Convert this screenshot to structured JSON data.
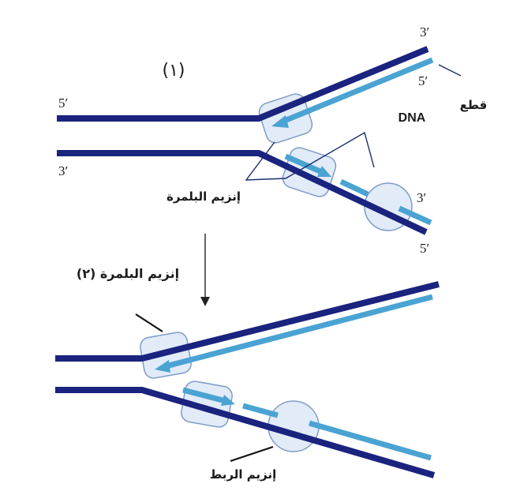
{
  "labels": {
    "step_one": "(١)",
    "step_two": "إنزيم البلمرة (٢)",
    "polymerase": "إنزيم البلمرة",
    "fragments_ar": "قطع",
    "fragments_en": "DNA",
    "ligase": "إنزيم الربط"
  },
  "ends": {
    "top_left": "5′",
    "top_right": "3′",
    "light_top": "5′",
    "bottom_left": "3′",
    "light_bottom": "3′",
    "bottom_right": "5′"
  },
  "colors": {
    "dark_strand": "#1a237e",
    "light_strand": "#4aa3d3",
    "enzyme_fill": "#dde8f7",
    "enzyme_stroke": "#7f9cc8",
    "pointer": "#1c2a6e"
  }
}
